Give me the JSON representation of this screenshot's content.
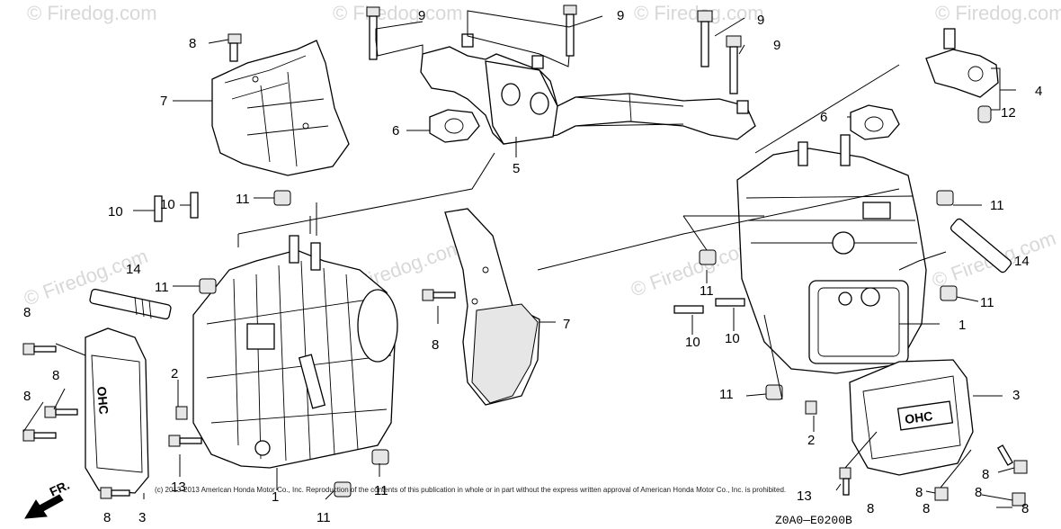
{
  "watermark": {
    "brand": "© Firedog.com",
    "url": "Firedog.com"
  },
  "copyright": "(c) 2013-2013 American Honda Motor Co., Inc. Reproduction of the contents of this publication in whole or in part without the express written approval of American Honda Motor Co., Inc. is prohibited.",
  "diagram_code": "Z0A0—E0200B",
  "front_arrow": "FR.",
  "cover_badge": "OHC",
  "callouts": {
    "n1": "1",
    "n2": "2",
    "n3": "3",
    "n4": "4",
    "n5": "5",
    "n6": "6",
    "n7": "7",
    "n8": "8",
    "n9": "9",
    "n10": "10",
    "n11": "11",
    "n12": "12",
    "n13": "13",
    "n14": "14"
  }
}
